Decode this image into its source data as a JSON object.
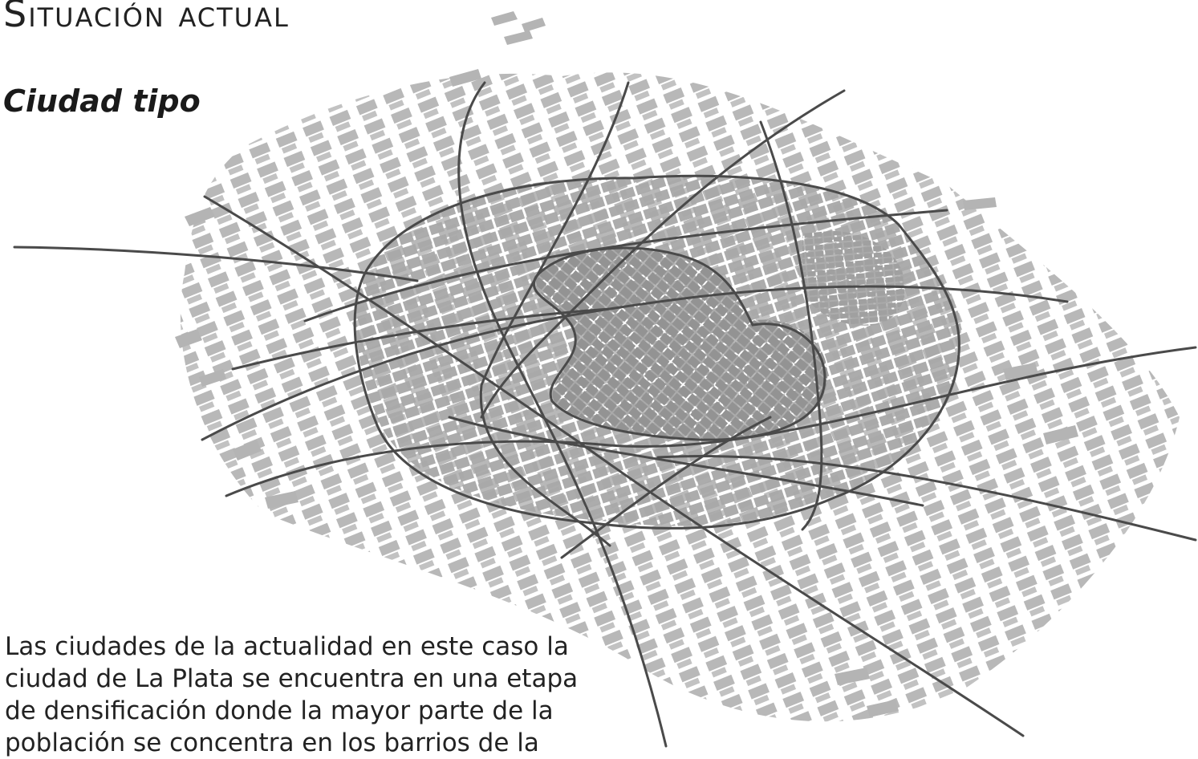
{
  "header": {
    "title": "Situación actual",
    "subtitle": "Ciudad tipo"
  },
  "description": "Las ciudades de la actualidad en este caso la ciudad de La Plata se encuentra en una etapa de densificación donde la mayor parte de la población se concentra en los barrios de la",
  "colors": {
    "blocks_light": "#b4b4b4",
    "blocks_mid": "#a4a4a4",
    "blocks_dense": "#8f8f8f",
    "roads": "#4a4a4a"
  }
}
